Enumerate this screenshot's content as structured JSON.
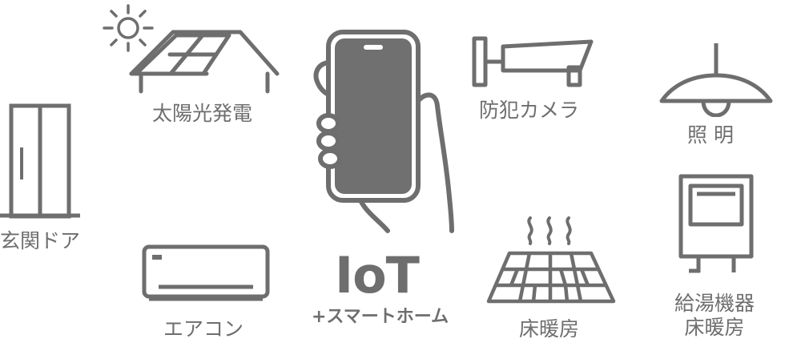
{
  "main": {
    "title": "IoT",
    "subtitle": "+スマートホーム"
  },
  "devices": {
    "solar": {
      "label": "太陽光発電",
      "icon": "solar-panel-icon"
    },
    "door": {
      "label": "玄関ドア",
      "icon": "front-door-icon"
    },
    "aircon": {
      "label": "エアコン",
      "icon": "air-conditioner-icon"
    },
    "camera": {
      "label": "防犯カメラ",
      "icon": "security-camera-icon"
    },
    "floor_heating": {
      "label": "床暖房",
      "icon": "floor-heating-icon"
    },
    "lighting": {
      "label": "照 明",
      "icon": "ceiling-light-icon"
    },
    "water_heater": {
      "line1": "給湯機器",
      "line2": "床暖房",
      "icon": "water-heater-icon"
    }
  },
  "colors": {
    "stroke": "#6e6e6e",
    "screen": "#707070",
    "background": "#ffffff"
  }
}
